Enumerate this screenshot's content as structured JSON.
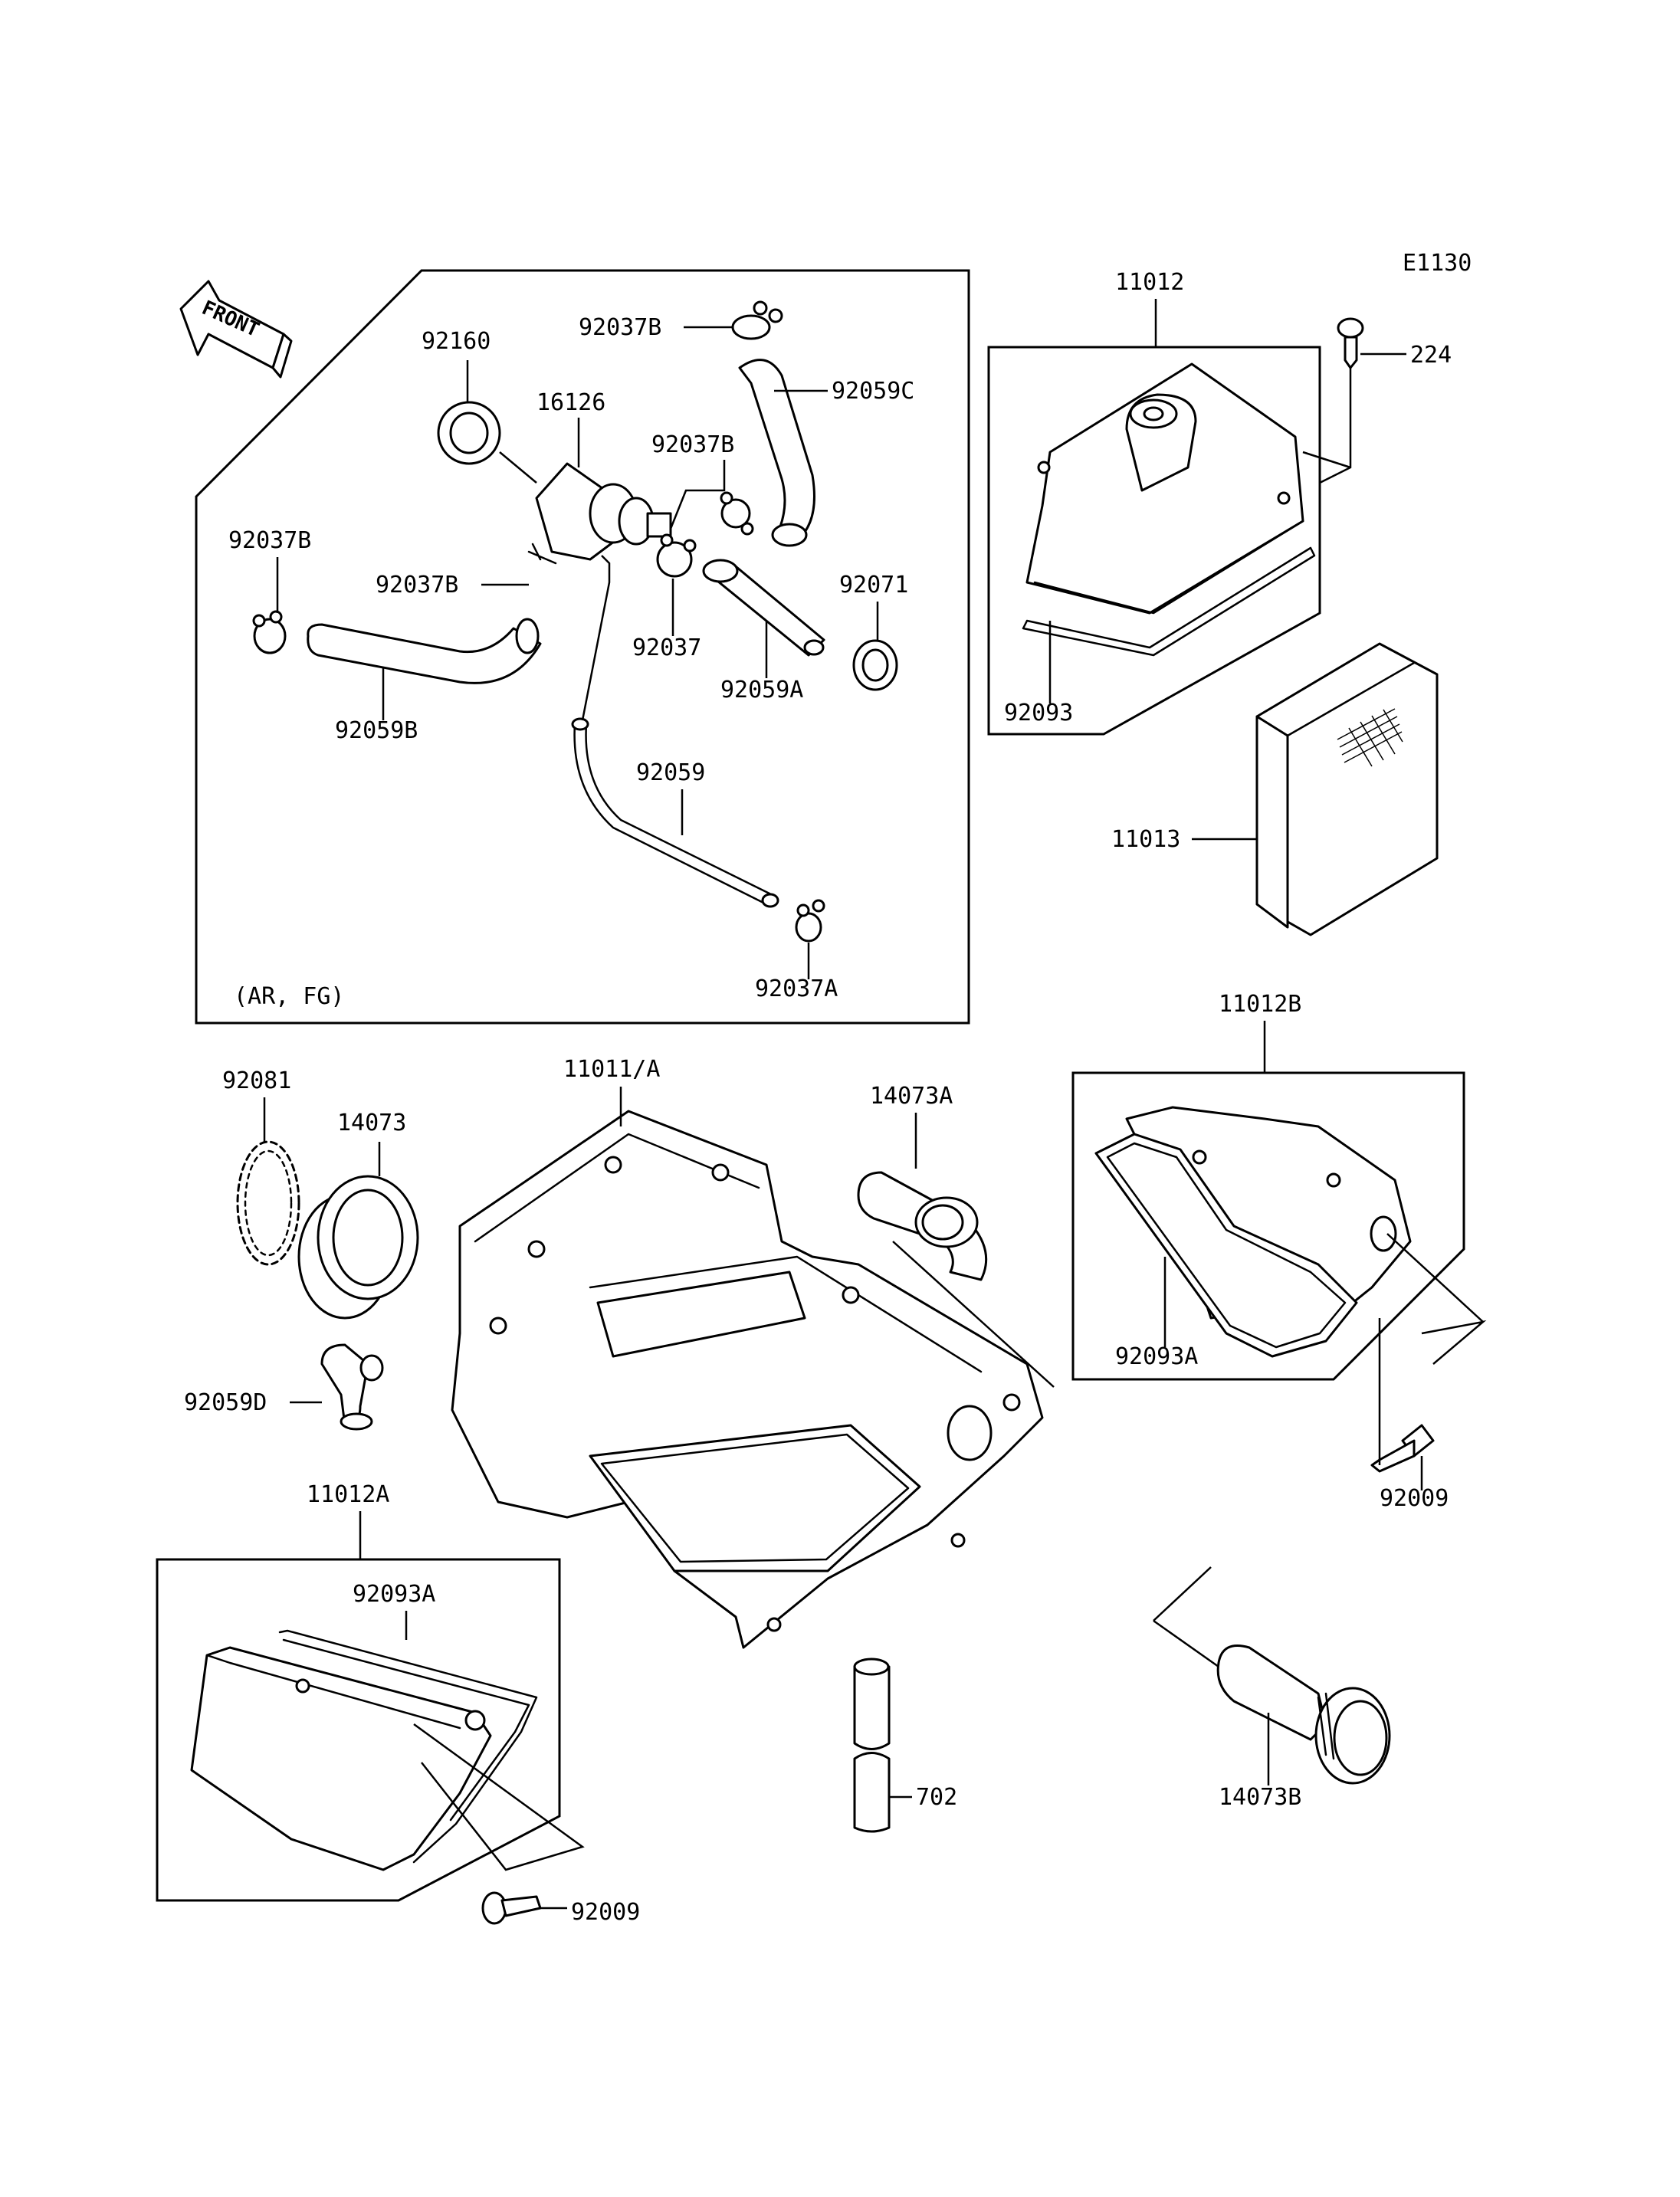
{
  "page": {
    "code": "E1130",
    "front_label": "FRONT"
  },
  "labels": {
    "p92160": "92160",
    "p16126": "16126",
    "p92037B_top": "92037B",
    "p92059C": "92059C",
    "p92037B_mid": "92037B",
    "p92037B_left": "92037B",
    "p92037B_center": "92037B",
    "p92037": "92037",
    "p92071": "92071",
    "p92059A": "92059A",
    "p92059B": "92059B",
    "p92059": "92059",
    "p92037A": "92037A",
    "note_arfg": "(AR, FG)",
    "p11012": "11012",
    "p224": "224",
    "p92093": "92093",
    "p11013": "11013",
    "p92081": "92081",
    "p14073": "14073",
    "p11011A": "11011/A",
    "p14073A": "14073A",
    "p11012B": "11012B",
    "p92093A_right": "92093A",
    "p92059D": "92059D",
    "p92009_right": "92009",
    "p11012A": "11012A",
    "p92093A_left": "92093A",
    "p702": "702",
    "p14073B": "14073B",
    "p92009_bottom": "92009"
  }
}
